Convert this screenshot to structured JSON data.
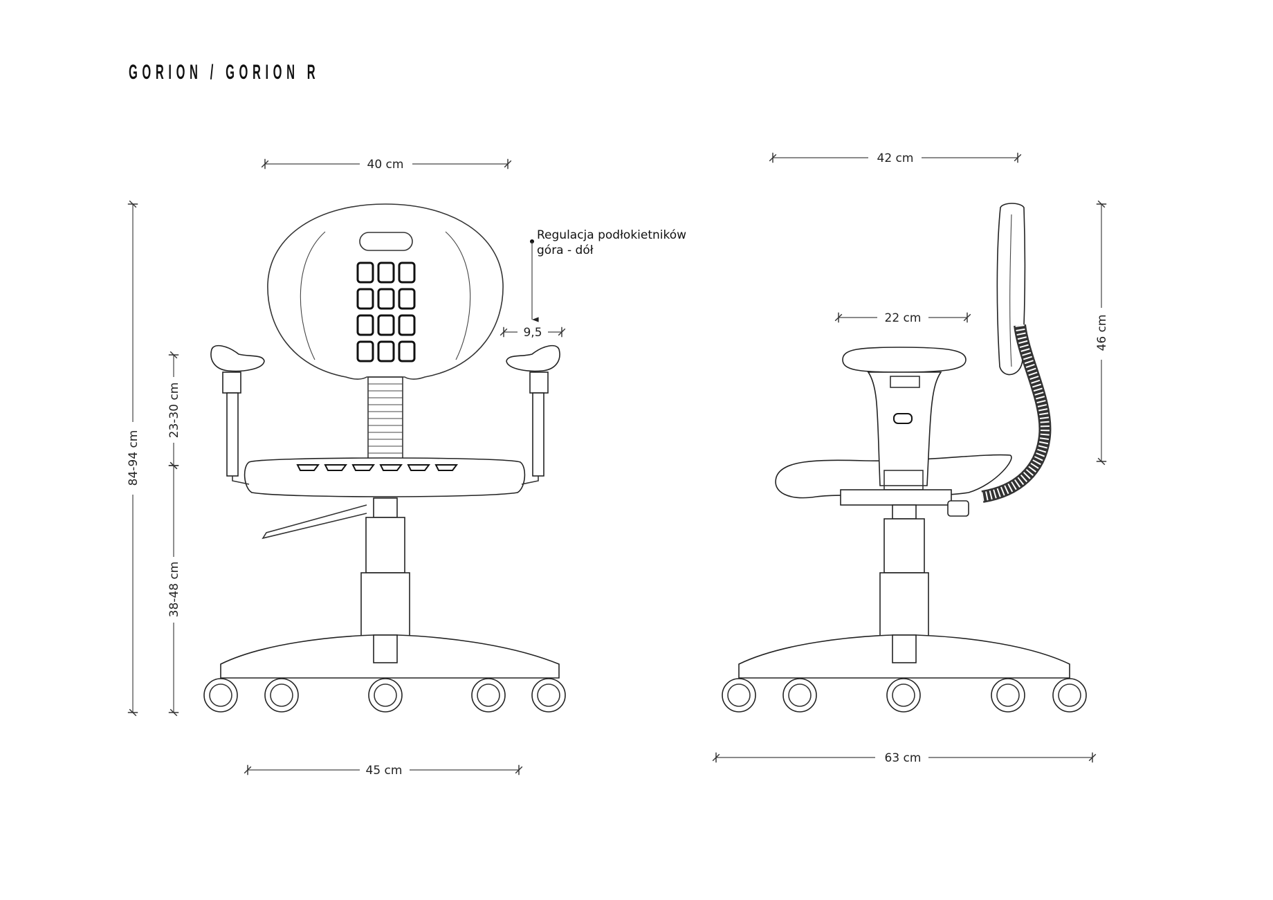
{
  "title": "GORION / GORION R",
  "annotation": {
    "line1": "Regulacja podłokietników",
    "line2": "góra - dół"
  },
  "front_view": {
    "backrest_width": "40 cm",
    "total_height": "84-94 cm",
    "armrest_height": "23-30 cm",
    "seat_height": "38-48 cm",
    "base_width": "45 cm",
    "armrest_adjust": "9,5"
  },
  "side_view": {
    "seat_depth": "42 cm",
    "armrest_length": "22 cm",
    "backrest_height": "46 cm",
    "base_depth": "63 cm"
  }
}
